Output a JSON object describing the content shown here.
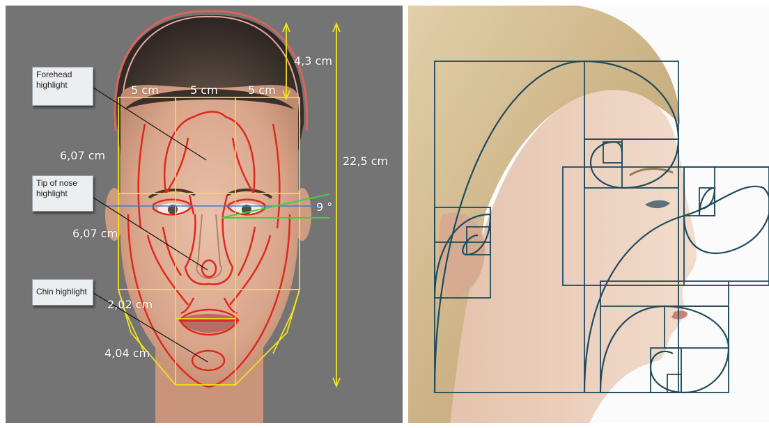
{
  "left_panel": {
    "callouts": {
      "forehead": "Forehead highlight",
      "nose": "Tip of nose highlight",
      "chin": "Chin highlight"
    },
    "measurements": {
      "top_height": "4,3 cm",
      "col_left": "5 cm",
      "col_mid": "5 cm",
      "col_right": "5 cm",
      "forehead_height": "6,07 cm",
      "mid_height": "6,07 cm",
      "total_height": "22,5 cm",
      "lip_height": "2,02 cm",
      "chin_height": "4,04 cm",
      "angle": "9 °"
    },
    "colors": {
      "background": "#747474",
      "guide_lines": "#f2e21c",
      "contour_lines": "#e0281c",
      "angle_lines": "#3fd13a",
      "eye_line": "#4a78c8"
    }
  },
  "right_panel": {
    "colors": {
      "background": "#fbfbfb",
      "spiral_lines": "#1f4a5c"
    }
  }
}
